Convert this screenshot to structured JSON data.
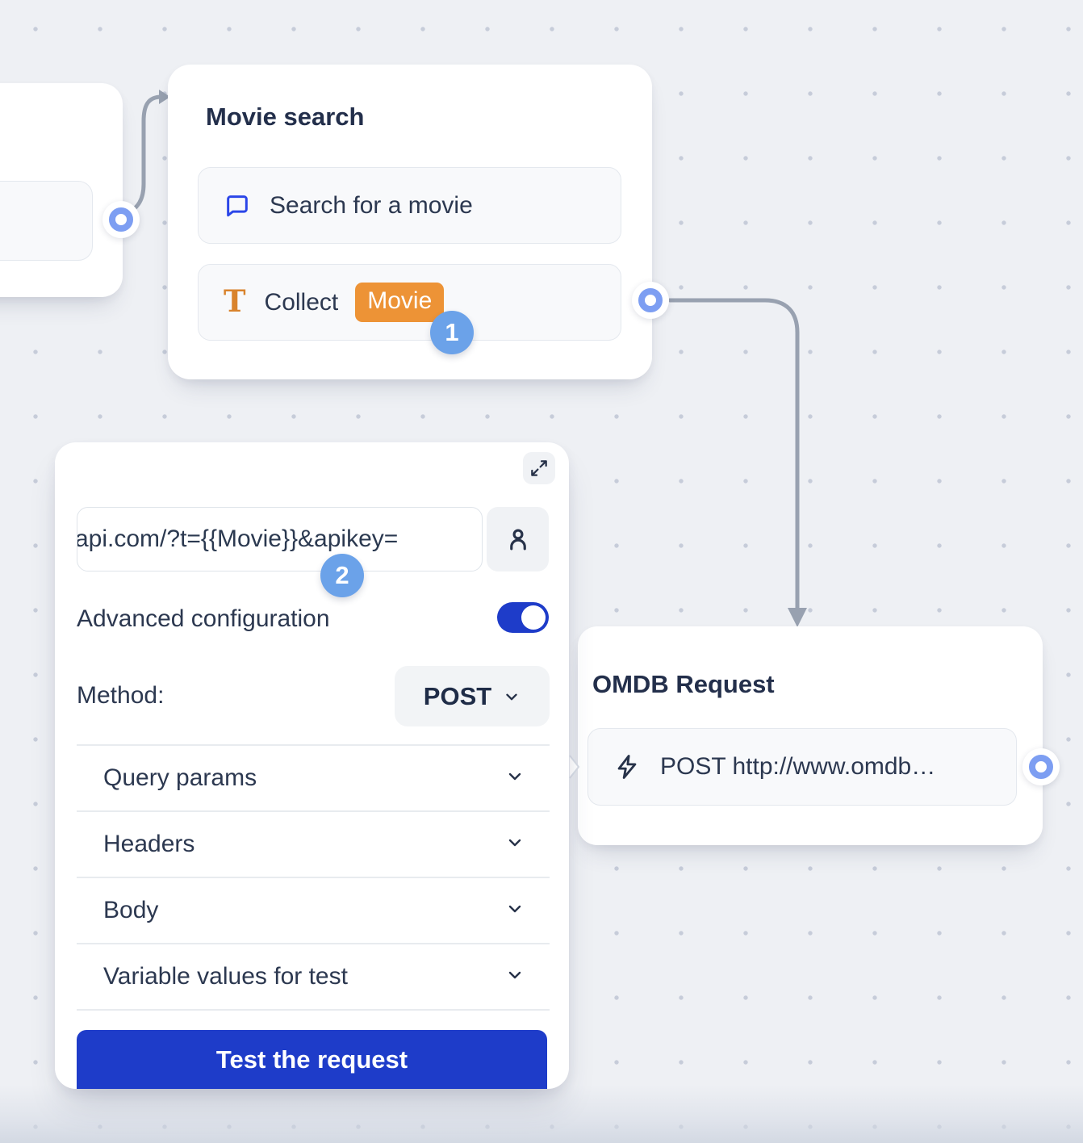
{
  "flow": {
    "movie_search": {
      "title": "Movie search",
      "items": [
        {
          "icon": "chat-bubble-icon",
          "label": "Search for a movie"
        },
        {
          "icon": "text-input-icon",
          "label": "Collect",
          "variable_badge": "Movie"
        }
      ]
    },
    "omdb_request": {
      "title": "OMDB Request",
      "request_item": {
        "icon": "lightning-icon",
        "label": "POST http://www.omdb…"
      }
    }
  },
  "config_panel": {
    "url_input": {
      "value": "api.com/?t={{Movie}}&apikey="
    },
    "advanced_configuration": {
      "label": "Advanced configuration",
      "enabled": true
    },
    "method": {
      "label": "Method:",
      "value": "POST"
    },
    "sections": [
      {
        "label": "Query params"
      },
      {
        "label": "Headers"
      },
      {
        "label": "Body"
      },
      {
        "label": "Variable values for test"
      }
    ],
    "test_button": {
      "label": "Test the request"
    }
  },
  "annotations": {
    "step_1": "1",
    "step_2": "2"
  },
  "colors": {
    "accent_blue": "#1e3cc9",
    "annotation_blue": "#6ba2e9",
    "variable_orange": "#ed9336",
    "port_blue": "#7d9ef2",
    "connector_gray": "#98a1b0",
    "icon_blue": "#2b46e8",
    "icon_orange": "#d9832c",
    "text_dark": "#2c3850"
  }
}
